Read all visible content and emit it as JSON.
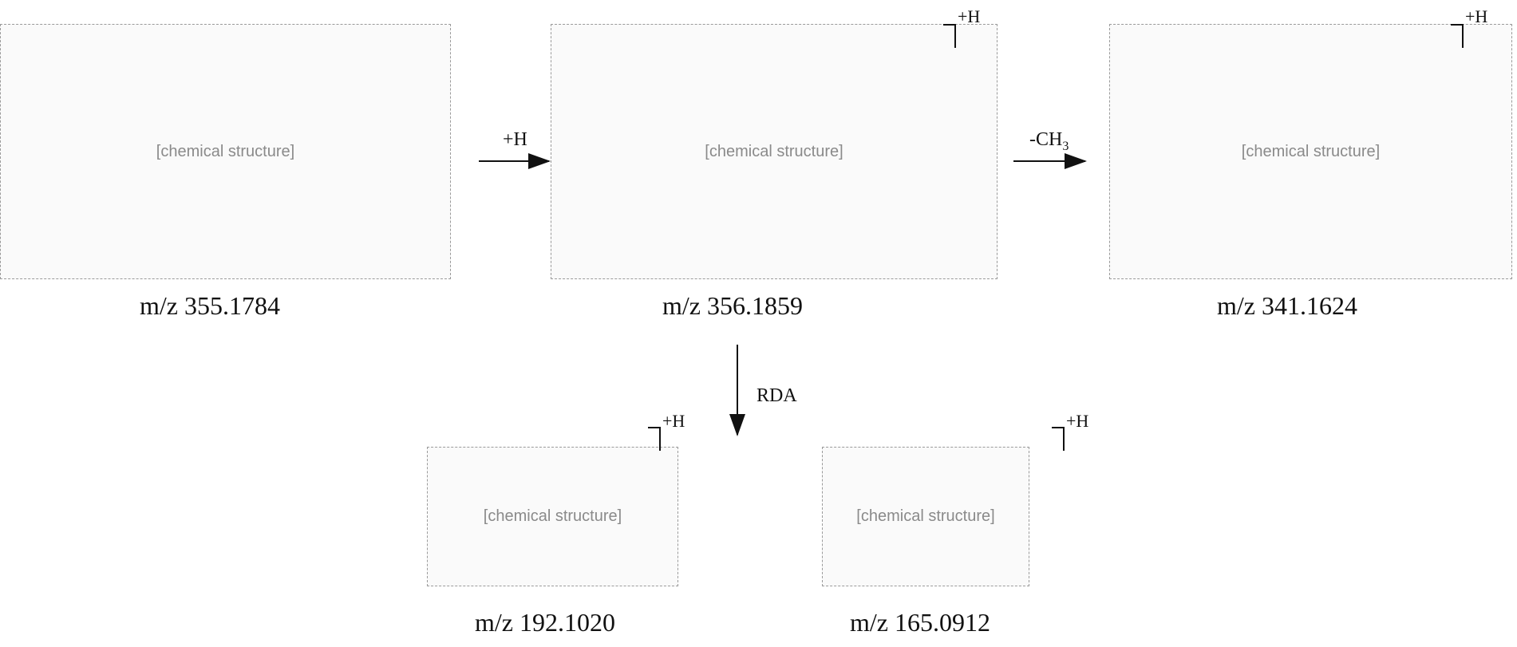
{
  "placeholder_text": "[chemical structure]",
  "structures": [
    {
      "id": "s1",
      "mz": "m/z 355.1784",
      "charge": ""
    },
    {
      "id": "s2",
      "mz": "m/z 356.1859",
      "charge": "+H"
    },
    {
      "id": "s3",
      "mz": "m/z 341.1624",
      "charge": "+H"
    },
    {
      "id": "s4",
      "mz": "m/z 192.1020",
      "charge": "+H"
    },
    {
      "id": "s5",
      "mz": "m/z 165.0912",
      "charge": "+H"
    }
  ],
  "arrows": [
    {
      "label": "+H"
    },
    {
      "label": "-CH3"
    },
    {
      "label": "RDA"
    }
  ]
}
